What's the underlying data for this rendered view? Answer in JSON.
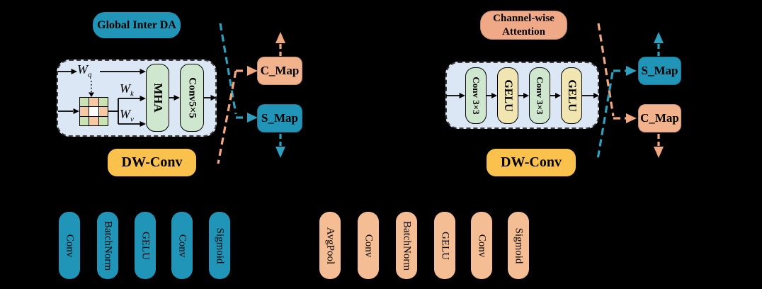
{
  "figure": {
    "left": {
      "title": "Global Inter DA",
      "footer": "DW-Conv",
      "wq": {
        "base": "W",
        "sub": "q"
      },
      "wk": {
        "base": "W",
        "sub": "k"
      },
      "wv": {
        "base": "W",
        "sub": "v"
      },
      "mha": "MHA",
      "conv": "Conv5×5",
      "grid_pattern": [
        "g",
        "o",
        "g",
        "o",
        "w",
        "o",
        "g",
        "o",
        "g"
      ],
      "c_map": "C_Map",
      "s_map": "S_Map"
    },
    "right": {
      "title": [
        "Channel-wise",
        "Attention"
      ],
      "footer": "DW-Conv",
      "blocks": [
        {
          "label": "Conv 3×3"
        },
        {
          "label": "GELU"
        },
        {
          "label": "Conv 3×3"
        },
        {
          "label": "GELU"
        }
      ],
      "s_map": "S_Map",
      "c_map": "C_Map"
    },
    "bottom_left_pipeline": {
      "steps": [
        "Conv",
        "BatchNorm",
        "GELU",
        "Conv",
        "Sigmoid"
      ]
    },
    "bottom_right_pipeline": {
      "steps": [
        "AvgPool",
        "Conv",
        "BatchNorm",
        "GELU",
        "Conv",
        "Sigmoid"
      ]
    }
  },
  "colors": {
    "teal": "#2095B7",
    "orangeMap": "#F2B38C",
    "orangeLabel": "#F0A987",
    "orangePill": "#F5BD93",
    "yellow": "#FAC24D",
    "greenBlock": "#CFE7CF",
    "yellowBlock": "#F1E5B2",
    "containerBlue": "#DBE7F4",
    "gridGreen": "#CBE3B3",
    "gridOrange": "#F7C9A2",
    "dashTeal": "#2D9FBF",
    "dashOrange": "#F2A87E"
  }
}
